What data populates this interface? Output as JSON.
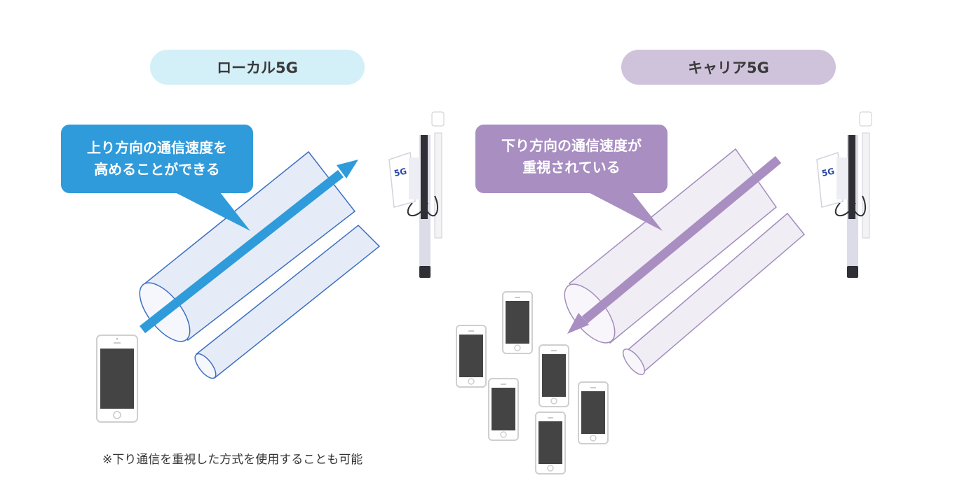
{
  "colors": {
    "local_accent": "#2f9bdb",
    "local_pill": "#d3eff8",
    "carrier_accent": "#a88ec1",
    "carrier_pill": "#cfc3dc"
  },
  "left_panel": {
    "title": "ローカル5G",
    "bubble": {
      "line1": "上り方向の通信速度を",
      "line2": "高めることができる"
    },
    "antenna_label": "5G"
  },
  "right_panel": {
    "title": "キャリア5G",
    "bubble": {
      "line1": "下り方向の通信速度が",
      "line2": "重視されている"
    },
    "antenna_label": "5G"
  },
  "footnote": "※下り通信を重視した方式を使用することも可能",
  "icons": [
    "smartphone-icon",
    "antenna-pole-icon",
    "arrow-up-icon",
    "arrow-down-icon"
  ]
}
